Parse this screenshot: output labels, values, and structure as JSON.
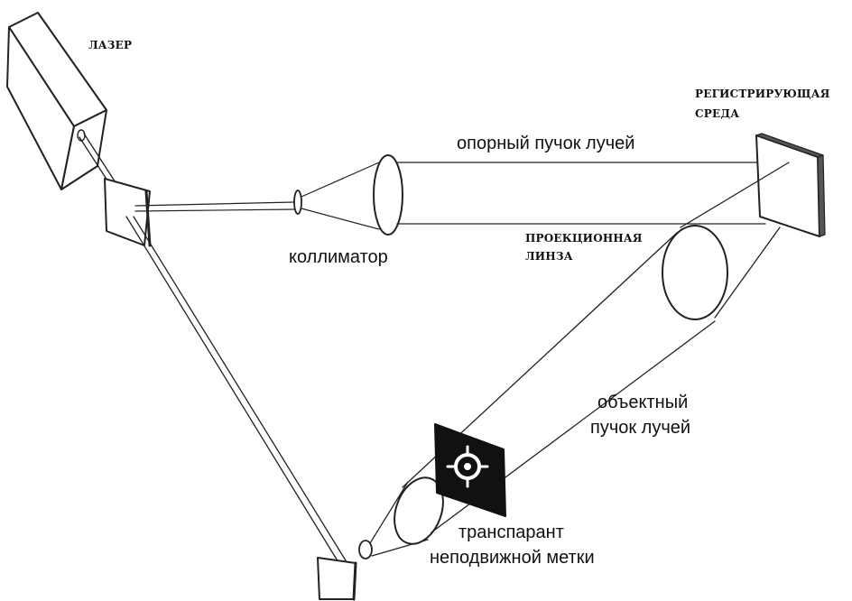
{
  "labels": {
    "laser": "ЛАЗЕР",
    "recording_medium_line1": "РЕГИСТРИРУЮЩАЯ",
    "recording_medium_line2": "СРЕДА",
    "reference_beam": "опорный пучок лучей",
    "collimator": "коллиматор",
    "projection_lens_line1": "ПРОЕКЦИОННАЯ",
    "projection_lens_line2": "ЛИНЗА",
    "object_beam_line1": "объектный",
    "object_beam_line2": "пучок лучей",
    "transparency_line1": "транспарант",
    "transparency_line2": "неподвижной метки"
  }
}
